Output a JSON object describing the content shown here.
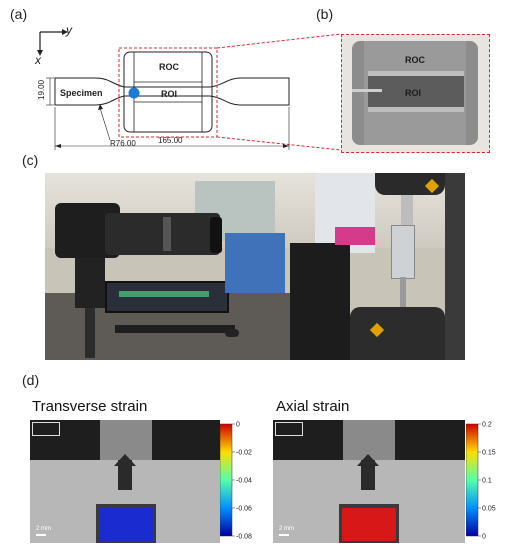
{
  "panels": {
    "a": "(a)",
    "b": "(b)",
    "c": "(c)",
    "d": "(d)"
  },
  "drawing": {
    "axis_y": "y",
    "axis_x": "x",
    "specimen": "Specimen",
    "roc": "ROC",
    "roi": "ROI",
    "dim_width": "19.00",
    "dim_radius": "R76.00",
    "dim_length": "165.00"
  },
  "zoom": {
    "roc": "ROC",
    "roi": "ROI"
  },
  "strain": {
    "transverse_title": "Transverse strain",
    "axial_title": "Axial strain",
    "scale_bar": "2 mm",
    "transverse_ticks": [
      "0",
      "-0.02",
      "-0.04",
      "-0.06",
      "-0.08"
    ],
    "axial_ticks": [
      "0.2",
      "0.15",
      "0.1",
      "0.05",
      "0"
    ]
  },
  "colors": {
    "dashed_red": "#d62a2a",
    "transverse_fill": "#1a2bd0",
    "axial_fill": "#d81818"
  }
}
